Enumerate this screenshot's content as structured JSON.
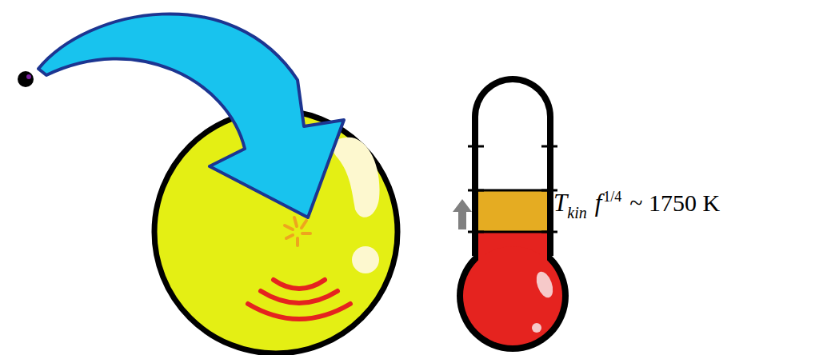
{
  "diagram": {
    "labels": [
      "T",
      "kin",
      "f",
      "1/4",
      "~ 1750 K"
    ]
  }
}
